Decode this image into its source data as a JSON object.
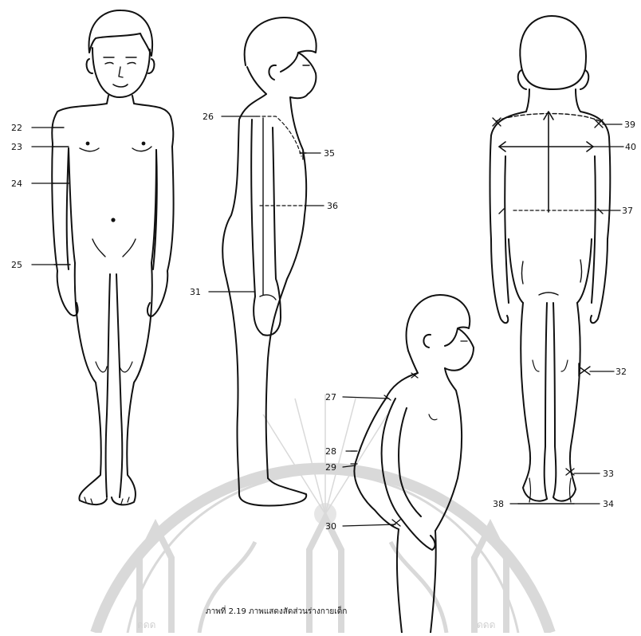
{
  "caption": "ภาพที่ 2.19 ภาพแสดงสัดส่วนร่างกายเด็ก",
  "watermark_text": "ดดด",
  "labels": {
    "l22": "22",
    "l23": "23",
    "l24": "24",
    "l25": "25",
    "l26": "26",
    "l27": "27",
    "l28": "28",
    "l29": "29",
    "l30": "30",
    "l31": "31",
    "l32": "32",
    "l33": "33",
    "l34": "34",
    "l35": "35",
    "l36": "36",
    "l37": "37",
    "l38": "38",
    "l39": "39",
    "l40": "40"
  },
  "colors": {
    "ink": "#111111",
    "watermark": "#d9d9d9"
  }
}
